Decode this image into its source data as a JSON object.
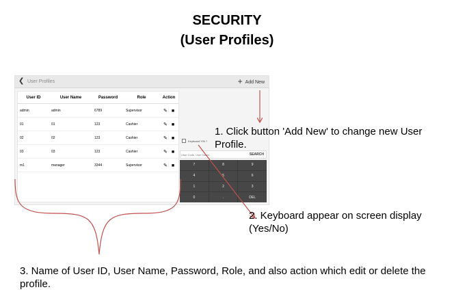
{
  "page": {
    "title": "SECURITY",
    "subtitle": "(User Profiles)"
  },
  "app": {
    "title": "User Profiles",
    "add_new_label": "Add New",
    "table": {
      "headers": [
        "User ID",
        "User Name",
        "Password",
        "Role",
        "Action"
      ],
      "rows": [
        [
          "admin",
          "admin",
          "6789",
          "Supervisor"
        ],
        [
          "01",
          "01",
          "123",
          "Cashier"
        ],
        [
          "02",
          "02",
          "123",
          "Cashier"
        ],
        [
          "03",
          "03",
          "123",
          "Cashier"
        ],
        [
          "m1",
          "manager",
          "3344",
          "Supervisor"
        ]
      ]
    },
    "keyboard": {
      "toggle_label": "Keyboard Y/N ?",
      "search_placeholder": "User Code, User Name",
      "search_button": "SEARCH",
      "keys": [
        "7",
        "8",
        "9",
        "4",
        "5",
        "6",
        "1",
        "2",
        "3",
        "0",
        ".",
        "DEL"
      ]
    }
  },
  "annotations": {
    "note1": "1. Click button 'Add New' to change new User Profile.",
    "note2": "2. Keyboard appear on screen display (Yes/No)",
    "note3": "3. Name of User ID, User Name, Password, Role, and also action which edit or delete the profile."
  },
  "colors": {
    "annotation_line": "#c0504d",
    "keypad_bg": "#474747"
  }
}
